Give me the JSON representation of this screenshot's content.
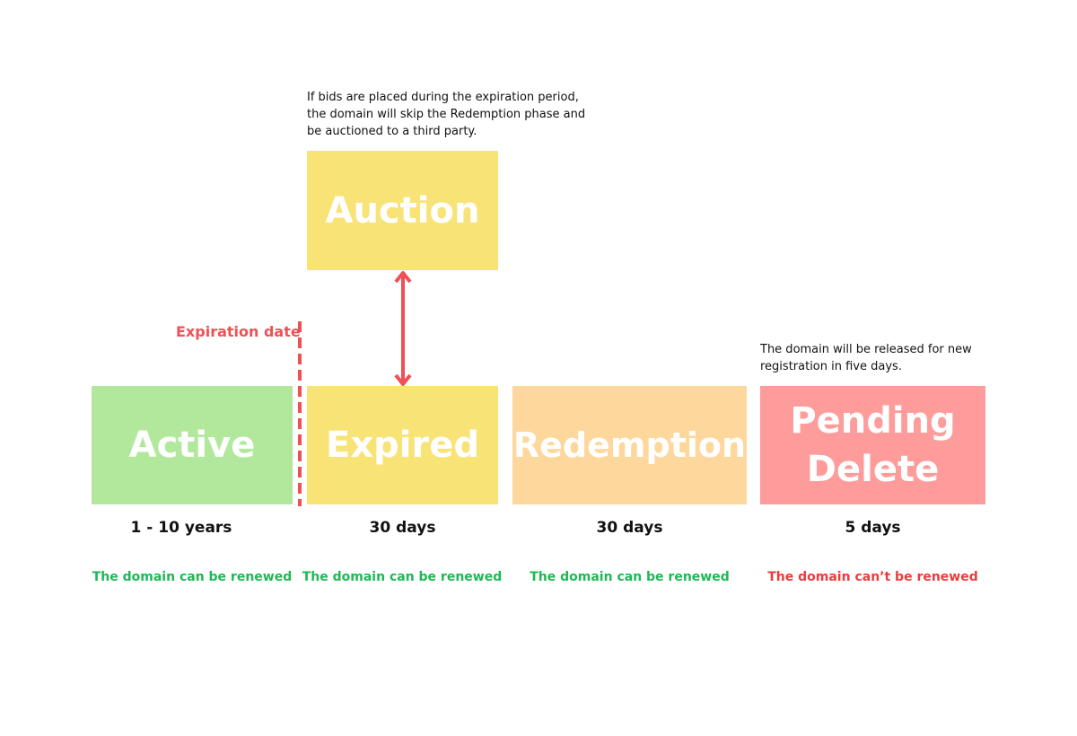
{
  "colors": {
    "active": "#b2e89c",
    "auction": "#f8e377",
    "expired": "#f8e377",
    "redemption": "#fdd79c",
    "pending_delete": "#fe9b9b",
    "renewable_text": "#1db954",
    "non_renewable_text": "#ee3b3b",
    "marker_red": "#ef5055"
  },
  "auction": {
    "note": "If bids are placed during the expiration period,\nthe domain will skip the Redemption phase and\nbe auctioned to a third party.",
    "label": "Auction"
  },
  "expiration_marker": {
    "label": "Expiration date"
  },
  "pending_note": "The domain will be released for new\nregistration in five days.",
  "stages": [
    {
      "label": "Active",
      "duration": "1 - 10 years",
      "renewal": "The domain can be renewed"
    },
    {
      "label": "Expired",
      "duration": "30 days",
      "renewal": "The domain can be renewed"
    },
    {
      "label": "Redemption",
      "duration": "30 days",
      "renewal": "The domain can be renewed"
    },
    {
      "label": "Pending\nDelete",
      "duration": "5 days",
      "renewal": "The domain can’t be renewed"
    }
  ]
}
